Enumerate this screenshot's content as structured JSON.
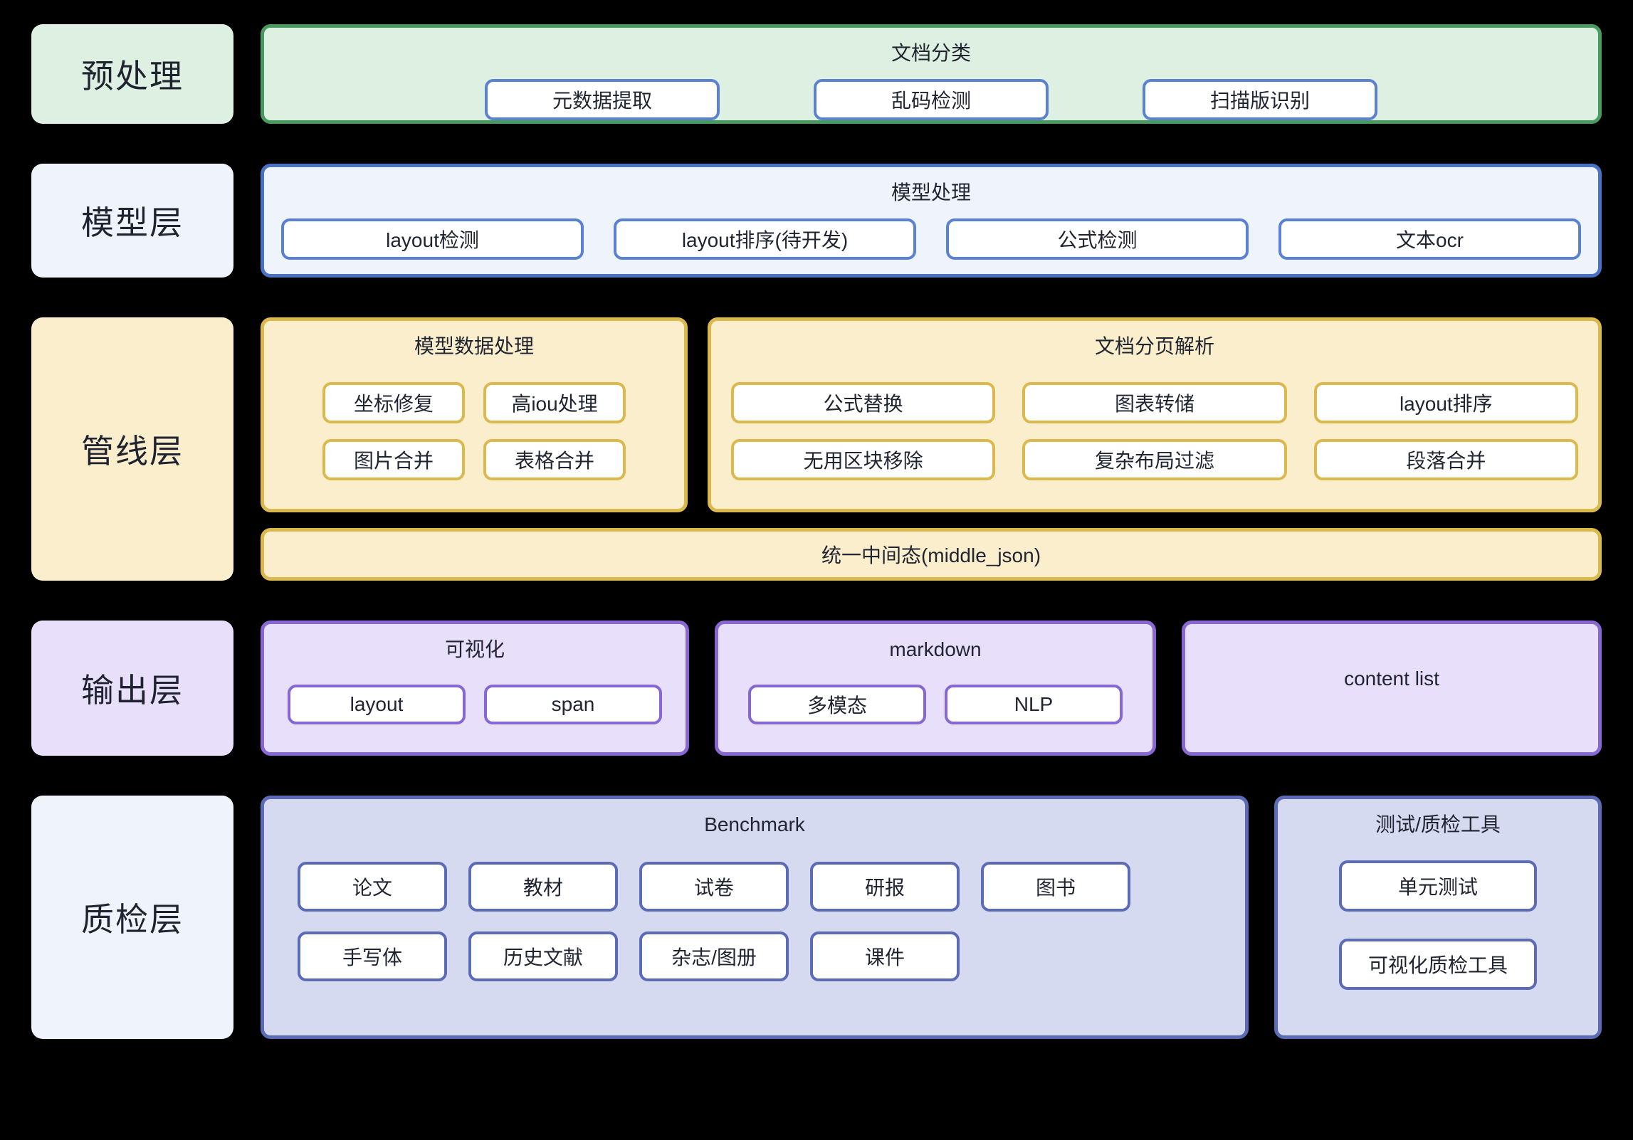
{
  "layers": [
    {
      "id": "preprocess",
      "label": "预处理",
      "groups": [
        {
          "title": "文档分类",
          "rows": [
            [
              "元数据提取",
              "乱码检测",
              "扫描版识别"
            ]
          ]
        }
      ]
    },
    {
      "id": "model",
      "label": "模型层",
      "groups": [
        {
          "title": "模型处理",
          "rows": [
            [
              "layout检测",
              "layout排序(待开发)",
              "公式检测",
              "文本ocr"
            ]
          ]
        }
      ]
    },
    {
      "id": "pipeline",
      "label": "管线层",
      "groups": [
        {
          "title": "模型数据处理",
          "rows": [
            [
              "坐标修复",
              "高iou处理"
            ],
            [
              "图片合并",
              "表格合并"
            ]
          ]
        },
        {
          "title": "文档分页解析",
          "rows": [
            [
              "公式替换",
              "图表转储",
              "layout排序"
            ],
            [
              "无用区块移除",
              "复杂布局过滤",
              "段落合并"
            ]
          ]
        }
      ],
      "middle_json": "统一中间态(middle_json)"
    },
    {
      "id": "output",
      "label": "输出层",
      "groups": [
        {
          "title": "可视化",
          "rows": [
            [
              "layout",
              "span"
            ]
          ]
        },
        {
          "title": "markdown",
          "rows": [
            [
              "多模态",
              "NLP"
            ]
          ]
        }
      ],
      "content_list": "content list"
    },
    {
      "id": "quality",
      "label": "质检层",
      "groups": [
        {
          "title": "Benchmark",
          "rows": [
            [
              "论文",
              "教材",
              "试卷",
              "研报",
              "图书"
            ],
            [
              "手写体",
              "历史文献",
              "杂志/图册",
              "课件"
            ]
          ]
        },
        {
          "title": "测试/质检工具",
          "rows": [
            [
              "单元测试"
            ],
            [
              "可视化质检工具"
            ]
          ]
        }
      ]
    }
  ],
  "colors": {
    "background": "#000000",
    "green_border": "#4a9a5f",
    "green_fill": "#ddf0e1",
    "blue_border": "#4a72c4",
    "blue_fill": "#eef3fc",
    "item_blue_border": "#5b82d2",
    "yellow_border": "#dbb94c",
    "yellow_fill": "#fbeecc",
    "purple_border": "#8667d4",
    "purple_fill": "#e8dffa",
    "indigo_border": "#5c6bb5",
    "indigo_fill": "#d5daf0"
  }
}
